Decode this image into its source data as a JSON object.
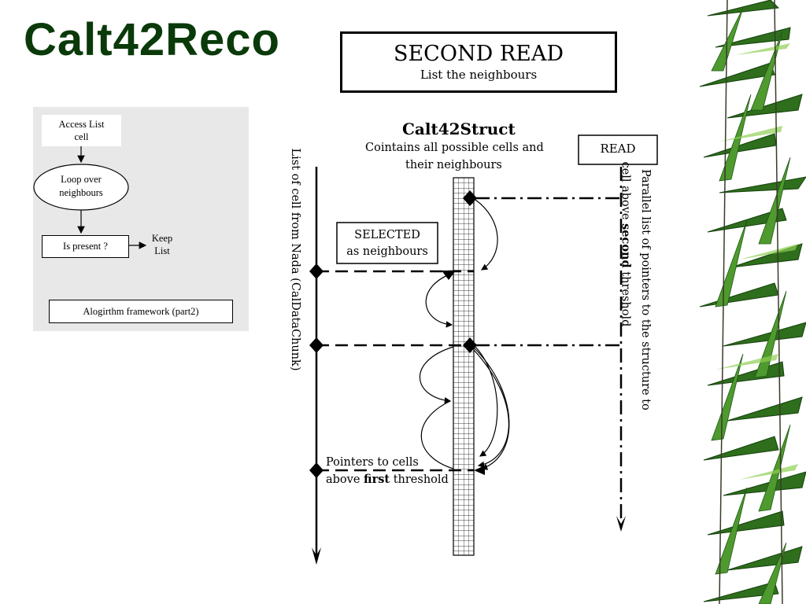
{
  "slide": {
    "title": "Calt42Reco"
  },
  "header_box": {
    "heading": "SECOND READ",
    "subheading": "List the neighbours"
  },
  "flowchart": {
    "access": "Access List cell",
    "access_l1": "Access List",
    "access_l2": "cell",
    "loop_l1": "Loop over",
    "loop_l2": "neighbours",
    "present": "Is present ?",
    "keep_l1": "Keep",
    "keep_l2": "List",
    "caption": "Alogirthm framework (part2)"
  },
  "diagram": {
    "struct_title": "Calt42Struct",
    "struct_sub1": "Cointains all possible cells and",
    "struct_sub2": "their neighbours",
    "read_label": "READ",
    "selected_l1": "SELECTED",
    "selected_l2": "as neighbours",
    "left_axis_label": "List of cell from Nada (CalDataChunk)",
    "pointers_l1": "Pointers to cells",
    "pointers_l2_pre": "above ",
    "pointers_l2_bold": "first",
    "pointers_l2_post": " threshold",
    "right_l1": "Parallel list of pointers to the structure to",
    "right_l2_pre": "cell above ",
    "right_l2_bold": "second",
    "right_l2_post": " threshold"
  },
  "colors": {
    "title": "#0a3a0a",
    "panel_bg": "#e8e8e8",
    "bamboo_dark": "#1e5a14",
    "bamboo_mid": "#3f8a26",
    "bamboo_light": "#7cc04a"
  }
}
